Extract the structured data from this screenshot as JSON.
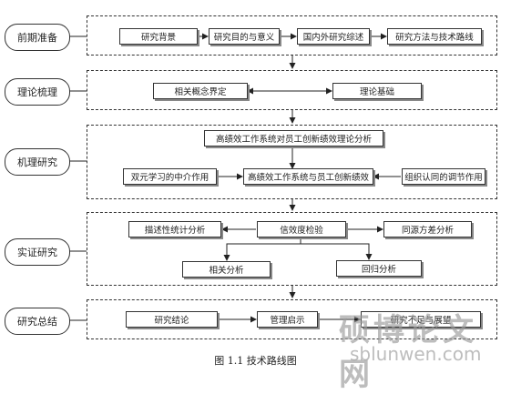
{
  "stages": [
    {
      "label": "前期准备"
    },
    {
      "label": "理论梳理"
    },
    {
      "label": "机理研究"
    },
    {
      "label": "实证研究"
    },
    {
      "label": "研究总结"
    }
  ],
  "prep": [
    "研究背景",
    "研究目的与意义",
    "国内外研究综述",
    "研究方法与技术路线"
  ],
  "theory": [
    "相关概念界定",
    "理论基础"
  ],
  "mechanism": {
    "top": "高绩效工作系统对员工创新绩效理论分析",
    "left": "双元学习的中介作用",
    "center": "高绩效工作系统与员工创新绩效",
    "right": "组织认同的调节作用"
  },
  "empirical": {
    "descriptive": "描述性统计分析",
    "reliability": "信效度检验",
    "common_method": "同源方差分析",
    "correlation": "相关分析",
    "regression": "回归分析"
  },
  "summary": [
    "研究结论",
    "管理启示",
    "研究不足与展望"
  ],
  "caption": "图 1.1    技术路线图",
  "watermark": {
    "text_cn": "硕博论文网",
    "url": "sblunwen.com"
  }
}
